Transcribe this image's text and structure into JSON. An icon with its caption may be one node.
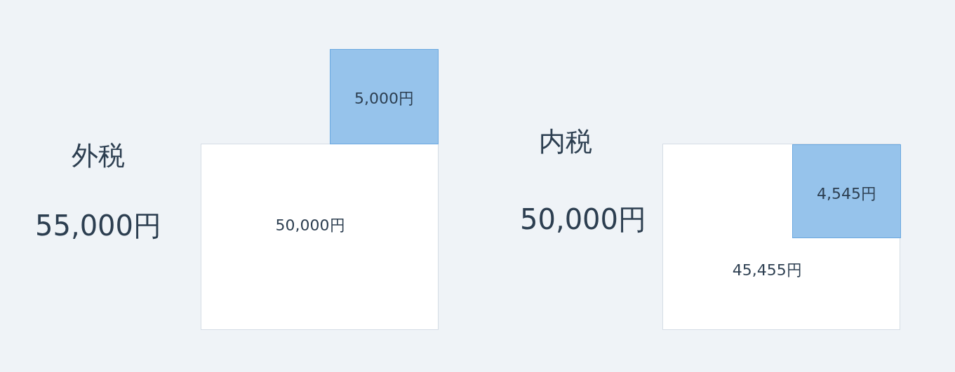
{
  "diagram": {
    "nodes": [
      {
        "text": [
          "5,000円"
        ]
      },
      {
        "text": [
          "50,000円"
        ]
      },
      {
        "text": [
          "45,455円"
        ]
      },
      {
        "text": [
          "4,545円"
        ],
        "in": 2
      }
    ],
    "labels": [
      "外税",
      "55,000円",
      "内税",
      "50,000円"
    ]
  }
}
